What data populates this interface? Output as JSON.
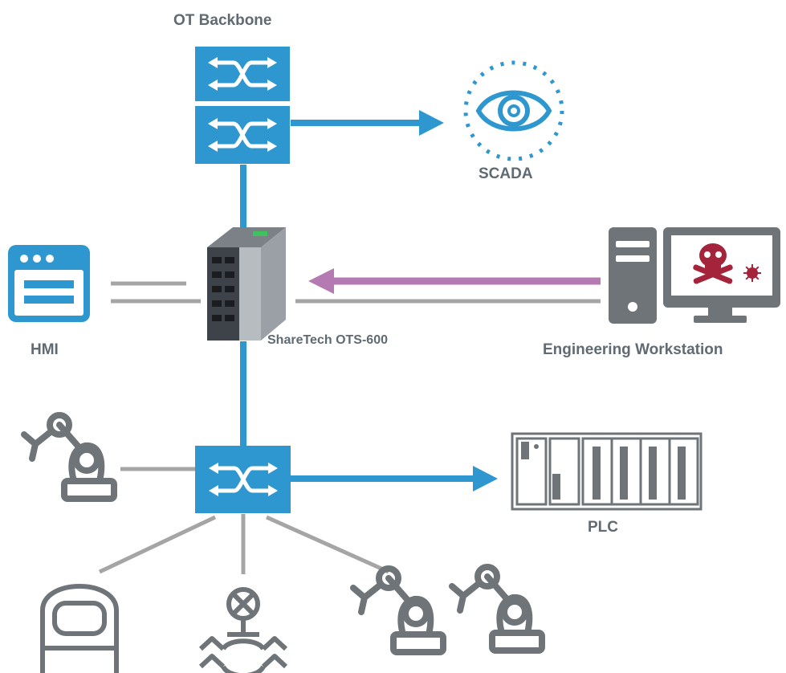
{
  "labels": {
    "ot_backbone": "OT Backbone",
    "scada": "SCADA",
    "hmi": "HMI",
    "device": "ShareTech OTS-600",
    "workstation": "Engineering Workstation",
    "plc": "PLC"
  },
  "colors": {
    "switch": "#2f97cf",
    "link": "#2f97cf",
    "wire": "#a5a5a5",
    "attack": "#b47bb2",
    "icon_gray": "#6e7478",
    "malware": "#a3243b",
    "text": "#5f6a72"
  },
  "icons": [
    "switch-icon",
    "eye-icon",
    "hmi-icon",
    "firewall-device-icon",
    "workstation-icon",
    "skull-icon",
    "virus-icon",
    "robot-arm-icon",
    "plc-rack-icon",
    "mask-sensor-icon",
    "valve-icon"
  ]
}
